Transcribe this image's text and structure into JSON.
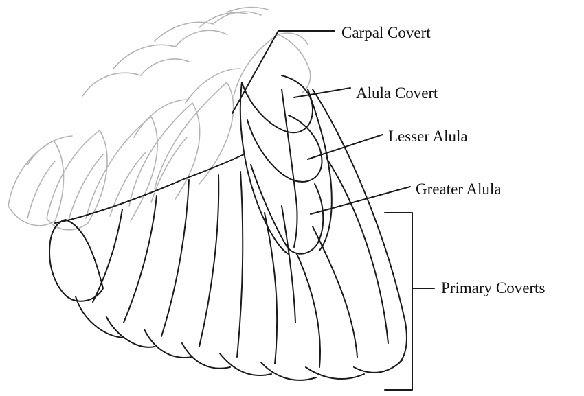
{
  "labels": {
    "carpal_covert": "Carpal Covert",
    "alula_covert": "Alula Covert",
    "lesser_alula": "Lesser Alula",
    "greater_alula": "Greater Alula",
    "primary_coverts": "Primary Coverts"
  },
  "colors": {
    "dark_line": "#1a1a1a",
    "light_line": "#b4b4b4",
    "background": "#ffffff"
  }
}
